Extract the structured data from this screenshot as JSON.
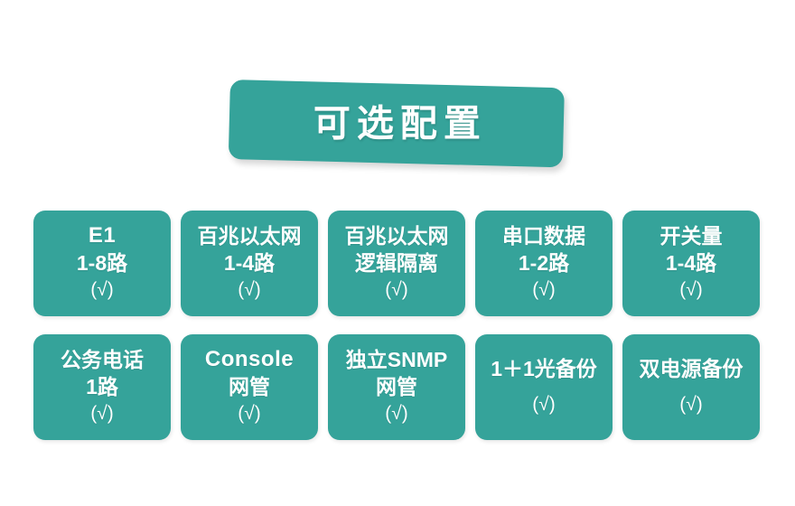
{
  "page": {
    "background_color": "#ffffff",
    "accent_color": "#35a39a",
    "text_color": "#ffffff"
  },
  "header": {
    "title": "可选配置"
  },
  "grid": {
    "rows": [
      {
        "cards": [
          {
            "lines": [
              "E1",
              "1-8路"
            ],
            "check": "(√)"
          },
          {
            "lines": [
              "百兆以太网",
              "1-4路"
            ],
            "check": "(√)"
          },
          {
            "lines": [
              "百兆以太网",
              "逻辑隔离"
            ],
            "check": "(√)"
          },
          {
            "lines": [
              "串口数据",
              "1-2路"
            ],
            "check": "(√)"
          },
          {
            "lines": [
              "开关量",
              "1-4路"
            ],
            "check": "(√)"
          }
        ]
      },
      {
        "cards": [
          {
            "lines": [
              "公务电话",
              "1路"
            ],
            "check": "(√)"
          },
          {
            "lines": [
              "Console",
              "网管"
            ],
            "check": "(√)"
          },
          {
            "lines": [
              "独立SNMP",
              "网管"
            ],
            "check": "(√)"
          },
          {
            "lines": [
              "1＋1光备份"
            ],
            "check": "(√)"
          },
          {
            "lines": [
              "双电源备份"
            ],
            "check": "(√)"
          }
        ]
      }
    ]
  }
}
